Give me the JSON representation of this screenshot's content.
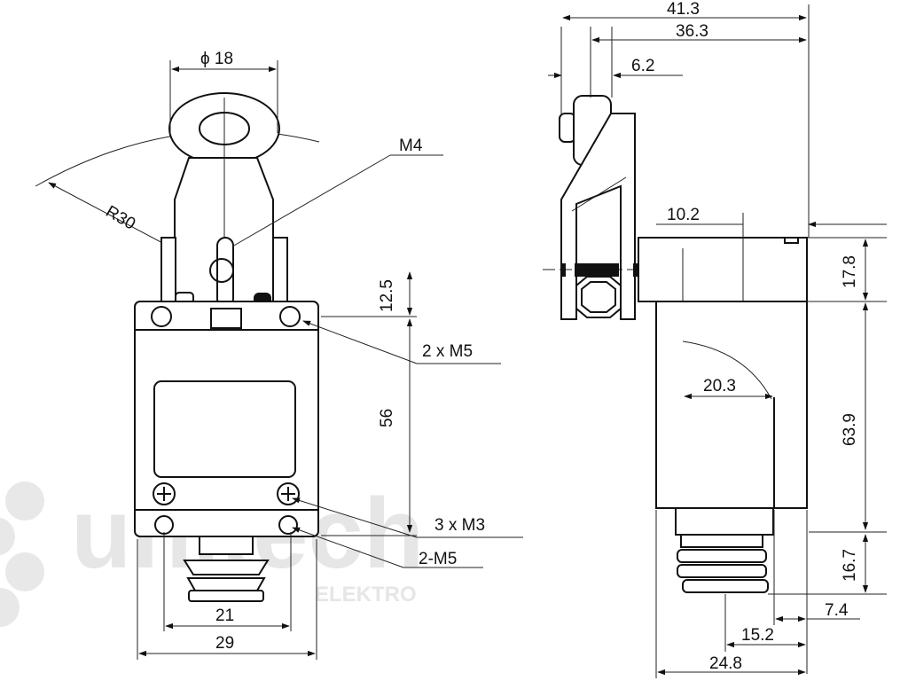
{
  "watermark": {
    "brand": "unitech",
    "sub": "ELEKTRO"
  },
  "front_view": {
    "roller_diameter": "ϕ 18",
    "radius": "R30",
    "screw_m4": "M4",
    "dim_12_5": "12.5",
    "mount_holes": "2 x M5",
    "dim_56": "56",
    "terminal_screws": "3 x M3",
    "conduit": "2-M5",
    "width_inner": "21",
    "width_outer": "29"
  },
  "side_view": {
    "d_41_3": "41.3",
    "d_36_3": "36.3",
    "d_6_2": "6.2",
    "d_10_2": "10.2",
    "d_17_8": "17.8",
    "d_20_3": "20.3",
    "d_63_9": "63.9",
    "d_16_7": "16.7",
    "d_7_4": "7.4",
    "d_15_2": "15.2",
    "d_24_8": "24.8"
  }
}
